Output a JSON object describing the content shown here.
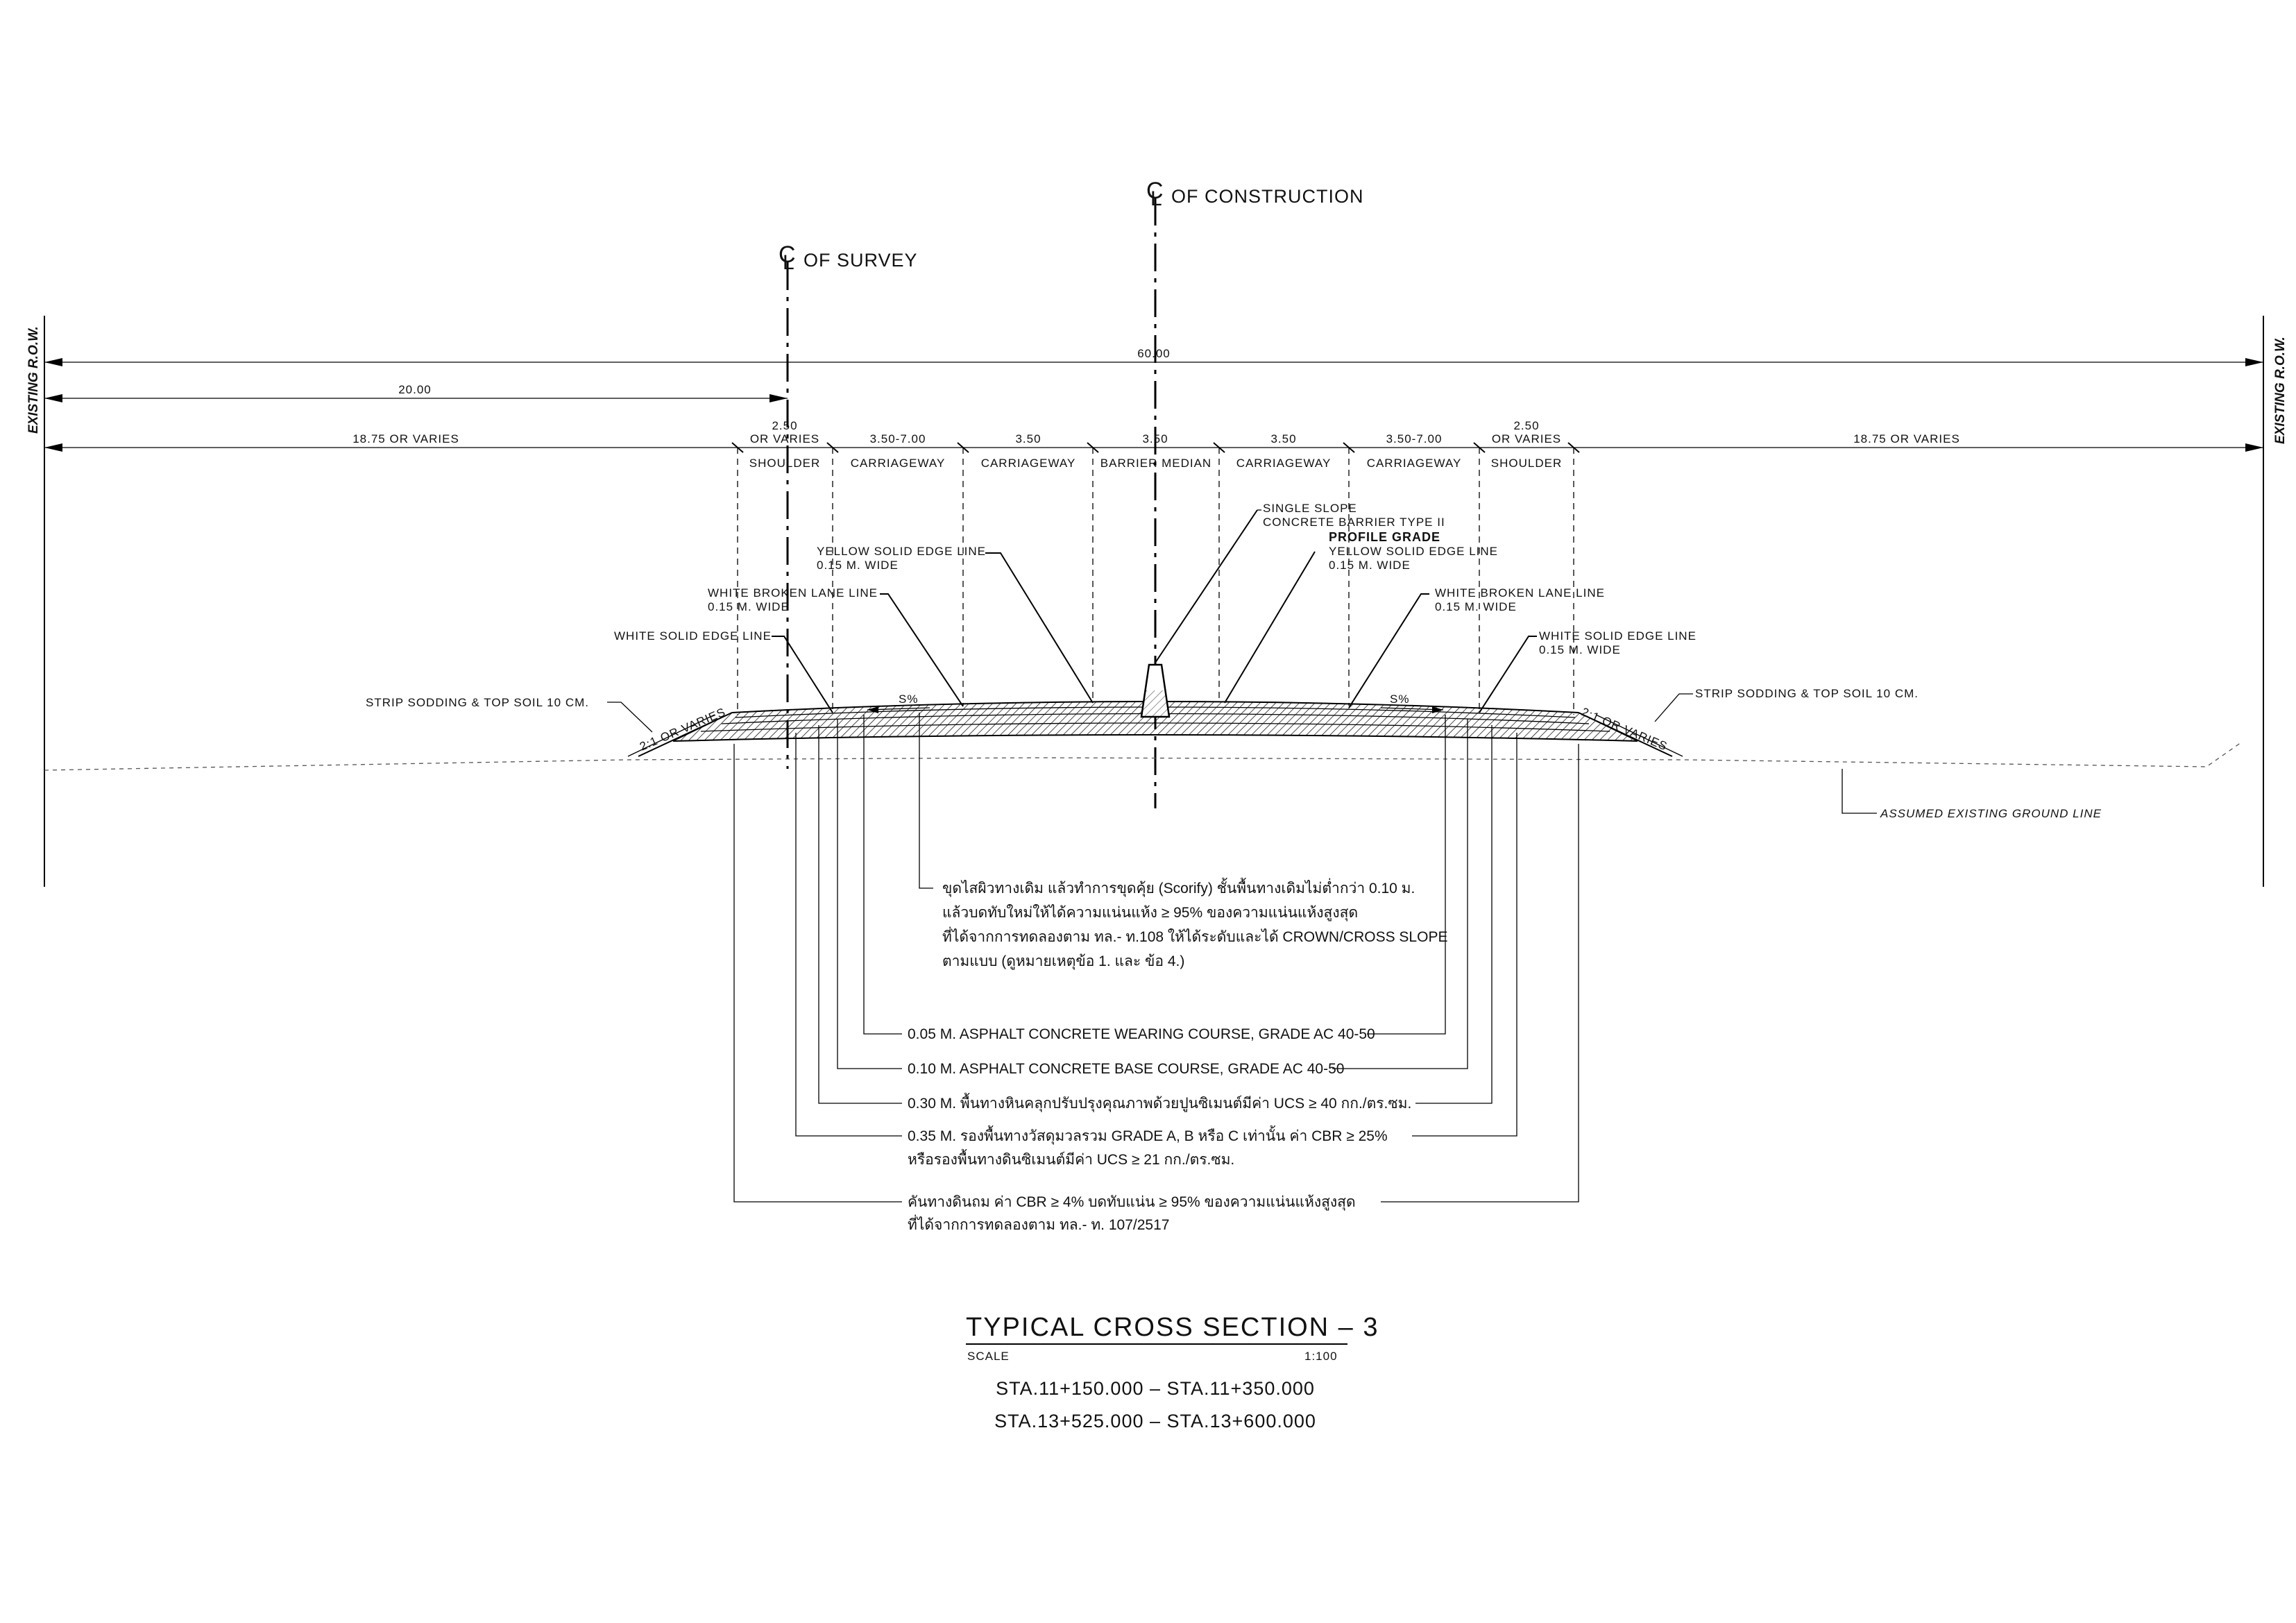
{
  "centerlines": {
    "construction": "OF CONSTRUCTION",
    "survey": "OF SURVEY",
    "cl_symbol": "CL"
  },
  "row_label": "EXISTING R.O.W.",
  "dimensions": {
    "total": "60.00",
    "to_survey": "20.00",
    "left_outer": "18.75 OR VARIES",
    "right_outer": "18.75 OR VARIES",
    "left_shoulder_width": "2.50",
    "left_shoulder_varies": "OR VARIES",
    "right_shoulder_width": "2.50",
    "right_shoulder_varies": "OR VARIES",
    "segments": [
      "3.50-7.00",
      "3.50",
      "3.50",
      "3.50",
      "3.50-7.00"
    ]
  },
  "components": [
    "SHOULDER",
    "CARRIAGEWAY",
    "CARRIAGEWAY",
    "BARRIER MEDIAN",
    "CARRIAGEWAY",
    "CARRIAGEWAY",
    "SHOULDER"
  ],
  "callouts": {
    "barrier": [
      "SINGLE SLOPE",
      "CONCRETE BARRIER TYPE II"
    ],
    "profile_grade": "PROFILE GRADE",
    "yellow_left": [
      "YELLOW SOLID EDGE LINE",
      "0.15 M. WIDE"
    ],
    "yellow_right": [
      "YELLOW SOLID EDGE LINE",
      "0.15 M. WIDE"
    ],
    "white_broken_left": [
      "WHITE BROKEN LANE LINE",
      "0.15 M. WIDE"
    ],
    "white_broken_right": [
      "WHITE BROKEN LANE LINE",
      "0.15 M. WIDE"
    ],
    "white_solid_left": "WHITE SOLID EDGE LINE",
    "white_solid_right": [
      "WHITE SOLID EDGE LINE",
      "0.15 M. WIDE"
    ],
    "sodding_left": "STRIP SODDING & TOP SOIL 10 CM.",
    "sodding_right": "STRIP SODDING & TOP SOIL 10 CM.",
    "slope_left": "2:1 OR VARIES",
    "slope_right": "2:1 OR VARIES",
    "crossfall_left": "S%",
    "crossfall_right": "S%",
    "ground_line": "ASSUMED EXISTING GROUND LINE"
  },
  "notes": {
    "scarify": [
      "ขุดไสผิวทางเดิม แล้วทำการขุดคุ้ย (Scorify) ชั้นพื้นทางเดิมไม่ต่ำกว่า 0.10 ม.",
      "แล้วบดทับใหม่ให้ได้ความแน่นแห้ง ≥ 95% ของความแน่นแห้งสูงสุด",
      "ที่ได้จากการทดลองตาม ทล.- ท.108 ให้ได้ระดับและได้ CROWN/CROSS SLOPE",
      "ตามแบบ (ดูหมายเหตุข้อ 1. และ ข้อ 4.)"
    ],
    "layers": [
      [
        "0.05 M. ASPHALT CONCRETE WEARING COURSE, GRADE AC 40-50"
      ],
      [
        "0.10 M. ASPHALT CONCRETE BASE COURSE, GRADE AC 40-50"
      ],
      [
        "0.30 M. พื้นทางหินคลุกปรับปรุงคุณภาพด้วยปูนซิเมนต์มีค่า UCS ≥ 40 กก./ตร.ซม."
      ],
      [
        "0.35 M. รองพื้นทางวัสดุมวลรวม GRADE A, B หรือ C เท่านั้น ค่า CBR ≥ 25%",
        "หรือรองพื้นทางดินซิเมนต์มีค่า UCS ≥ 21 กก./ตร.ซม."
      ],
      [
        "คันทางดินถม ค่า CBR ≥ 4% บดทับแน่น ≥ 95% ของความแน่นแห้งสูงสุด",
        "ที่ได้จากการทดลองตาม ทล.- ท. 107/2517"
      ]
    ]
  },
  "title": {
    "main": "TYPICAL CROSS SECTION – 3",
    "scale_label": "SCALE",
    "scale_value": "1:100",
    "stations": [
      "STA.11+150.000 – STA.11+350.000",
      "STA.13+525.000 – STA.13+600.000"
    ]
  }
}
